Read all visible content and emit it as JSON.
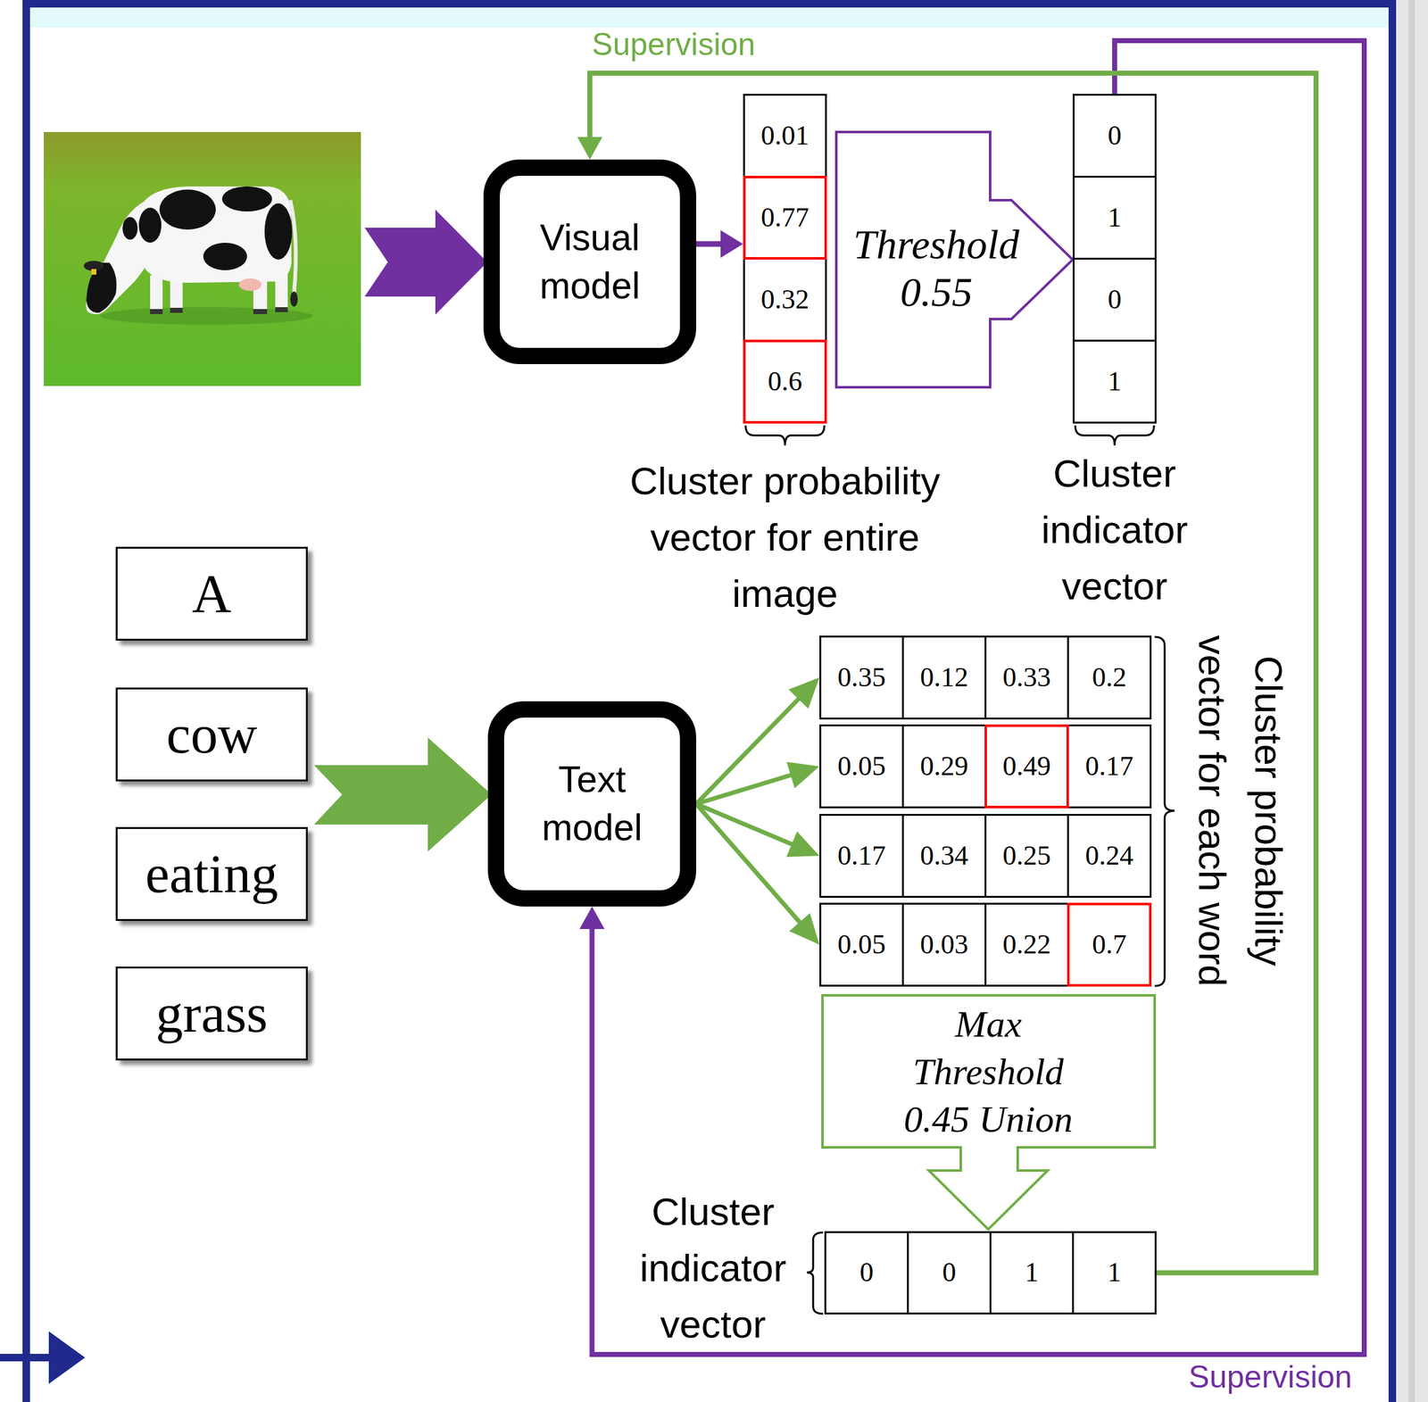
{
  "diagram": {
    "nodes": [
      {
        "text": [
          "Visual model"
        ]
      },
      {
        "text": [
          "Cluster probability vector for entire image"
        ]
      },
      {
        "text": [
          "0.01"
        ],
        "in": 1
      },
      {
        "text": [
          "0.77"
        ],
        "in": 1
      },
      {
        "text": [
          "0.32"
        ],
        "in": 1
      },
      {
        "text": [
          "0.6"
        ],
        "in": 1
      },
      {
        "text": [
          "Threshold 0.55"
        ]
      },
      {
        "text": [
          "Cluster indicator vector"
        ]
      },
      {
        "text": [
          "0"
        ],
        "in": 7
      },
      {
        "text": [
          "1"
        ],
        "in": 7
      },
      {
        "text": [
          "0"
        ],
        "in": 7
      },
      {
        "text": [
          "1"
        ],
        "in": 7
      },
      {
        "text": [
          "A"
        ]
      },
      {
        "text": [
          "cow"
        ]
      },
      {
        "text": [
          "eating"
        ]
      },
      {
        "text": [
          "grass"
        ]
      },
      {
        "text": [
          "Text model"
        ]
      },
      {
        "text": [
          "Cluster probability vector for each word"
        ]
      },
      {
        "text": [
          "0.35"
        ],
        "in": 17
      },
      {
        "text": [
          "0.12"
        ],
        "in": 17
      },
      {
        "text": [
          "0.33"
        ],
        "in": 17
      },
      {
        "text": [
          "0.2"
        ],
        "in": 17
      },
      {
        "text": [
          "0.05"
        ],
        "in": 17
      },
      {
        "text": [
          "0.29"
        ],
        "in": 17
      },
      {
        "text": [
          "0.49"
        ],
        "in": 17
      },
      {
        "text": [
          "0.17"
        ],
        "in": 17
      },
      {
        "text": [
          "0.17"
        ],
        "in": 17
      },
      {
        "text": [
          "0.34"
        ],
        "in": 17
      },
      {
        "text": [
          "0.25"
        ],
        "in": 17
      },
      {
        "text": [
          "0.24"
        ],
        "in": 17
      },
      {
        "text": [
          "0.05"
        ],
        "in": 17
      },
      {
        "text": [
          "0.03"
        ],
        "in": 17
      },
      {
        "text": [
          "0.22"
        ],
        "in": 17
      },
      {
        "text": [
          "0.7"
        ],
        "in": 17
      },
      {
        "text": [
          "Max Threshold 0.45 Union"
        ]
      },
      {
        "text": [
          "Cluster indicator vector"
        ]
      },
      {
        "text": [
          "0"
        ],
        "in": 35
      },
      {
        "text": [
          "0"
        ],
        "in": 35
      },
      {
        "text": [
          "1"
        ],
        "in": 35
      },
      {
        "text": [
          "1"
        ],
        "in": 35
      }
    ],
    "edges": [
      {
        "from": 0,
        "to": 3,
        "arrow": "to"
      },
      {
        "from": 7,
        "to": 16,
        "arrow": "to",
        "label": "Supervision"
      },
      {
        "from": 35,
        "to": 0,
        "arrow": "to",
        "label": "Supervision"
      },
      {
        "from": 16,
        "to": 18,
        "arrow": "to"
      },
      {
        "from": 16,
        "to": 22,
        "arrow": "to"
      },
      {
        "from": 16,
        "to": 26,
        "arrow": "to"
      },
      {
        "from": 16,
        "to": 30,
        "arrow": "to"
      }
    ]
  }
}
